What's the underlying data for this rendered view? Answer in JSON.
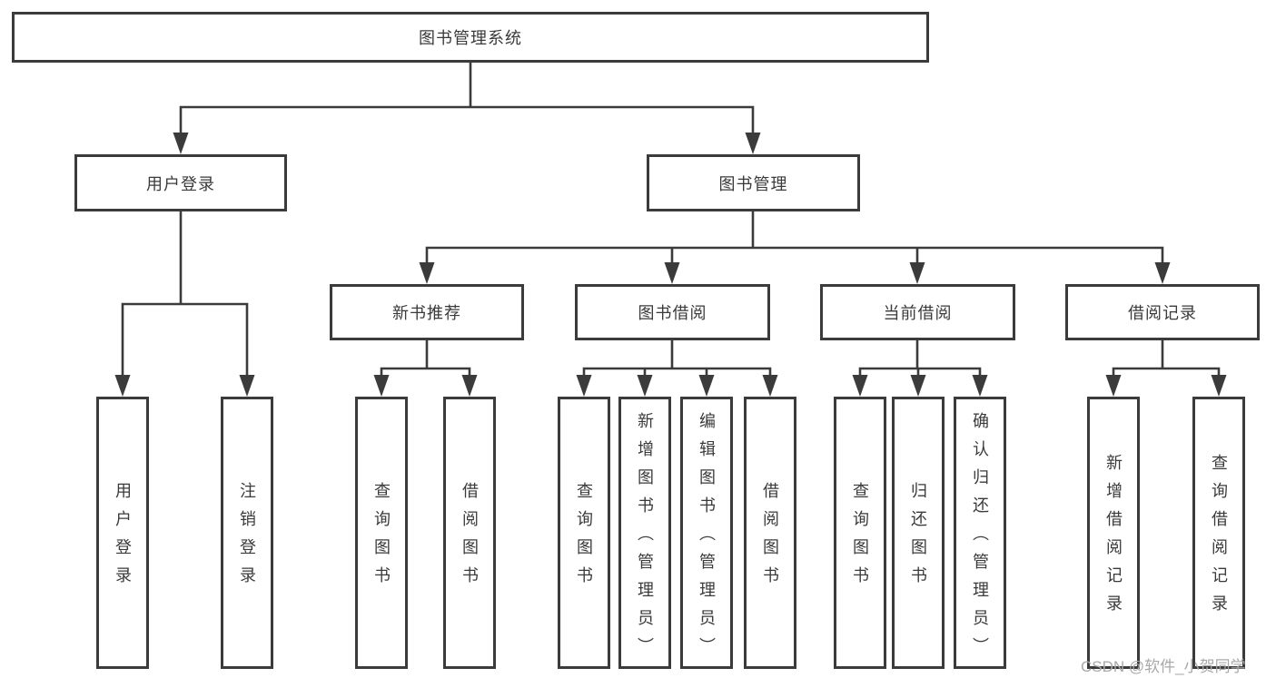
{
  "tree": {
    "label": "图书管理系统",
    "children": [
      {
        "label": "用户登录",
        "children": [
          {
            "label": "用户登录"
          },
          {
            "label": "注销登录"
          }
        ]
      },
      {
        "label": "图书管理",
        "children": [
          {
            "label": "新书推荐",
            "children": [
              {
                "label": "查询图书"
              },
              {
                "label": "借阅图书"
              }
            ]
          },
          {
            "label": "图书借阅",
            "children": [
              {
                "label": "查询图书"
              },
              {
                "label": "新增图书（管理员）"
              },
              {
                "label": "编辑图书（管理员）"
              },
              {
                "label": "借阅图书"
              }
            ]
          },
          {
            "label": "当前借阅",
            "children": [
              {
                "label": "查询图书"
              },
              {
                "label": "归还图书"
              },
              {
                "label": "确认归还（管理员）"
              }
            ]
          },
          {
            "label": "借阅记录",
            "children": [
              {
                "label": "新增借阅记录"
              },
              {
                "label": "查询借阅记录"
              }
            ]
          }
        ]
      }
    ]
  },
  "watermark": "CSDN @软件_小贺同学",
  "colors": {
    "line": "#3b3b3b",
    "text": "#3a3a3a",
    "watermark": "#a9a9a9",
    "bg": "#ffffff"
  }
}
